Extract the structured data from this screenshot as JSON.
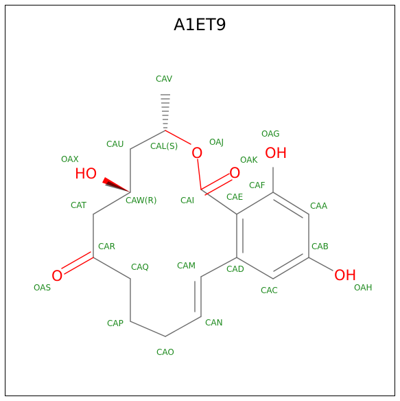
{
  "title": "A1ET9",
  "colors": {
    "label": "#1e8a1e",
    "heteroatom": "#ff0000",
    "bond": "#6b6b6b"
  },
  "atoms": {
    "OH_top": "OH",
    "OH_right": "OH",
    "HO_left": "HO",
    "O_ring": "O",
    "O_carbonyl_right": "O",
    "O_carbonyl_left": "O"
  },
  "labels": {
    "CAV": "CAV",
    "CAU": "CAU",
    "CAL": "CAL(S)",
    "OAJ": "OAJ",
    "OAG": "OAG",
    "OAK": "OAK",
    "OAX": "OAX",
    "CAW": "CAW(R)",
    "CAF": "CAF",
    "CAI": "CAI",
    "CAE": "CAE",
    "CAA": "CAA",
    "CAT": "CAT",
    "CAR": "CAR",
    "CAB": "CAB",
    "CAQ": "CAQ",
    "CAM": "CAM",
    "CAD": "CAD",
    "OAS": "OAS",
    "OAH": "OAH",
    "CAC": "CAC",
    "CAN": "CAN",
    "CAP": "CAP",
    "CAO": "CAO"
  }
}
